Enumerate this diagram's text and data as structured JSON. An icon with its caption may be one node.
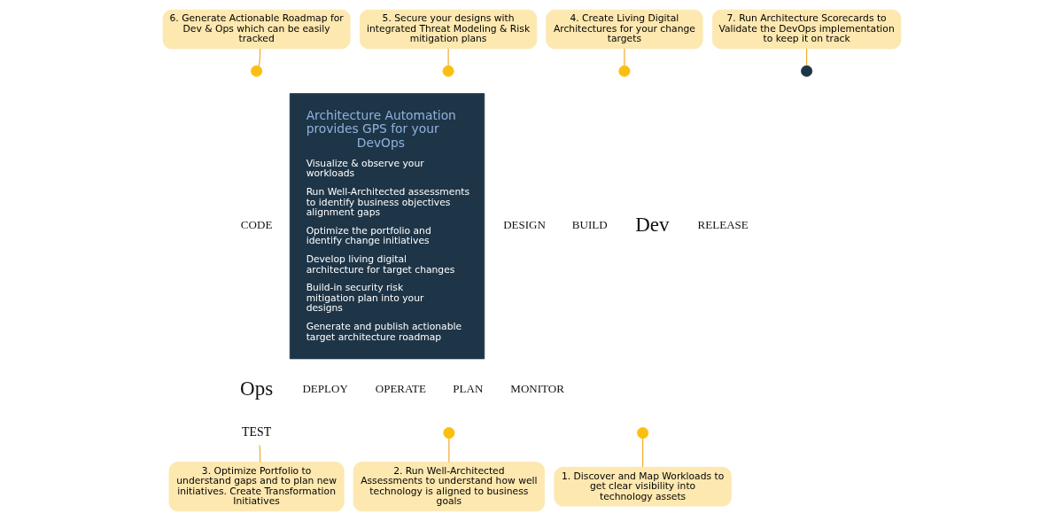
{
  "diagram": {
    "nodes": [
      {
        "text": [
          "6. Generate Actionable Roadmap for Dev & Ops which can be easily tracked"
        ]
      },
      {
        "text": [
          "5. Secure your designs with integrated Threat Modeling & Risk mitigation plans"
        ]
      },
      {
        "text": [
          "4. Create Living Digital Architectures for your change targets"
        ]
      },
      {
        "text": [
          "7. Run Architecture Scorecards to Validate the DevOps implementation to keep it on track"
        ]
      },
      {
        "text": [
          "3. Optimize Portfolio to understand gaps and to plan new initiatives. Create Transformation Initiatives"
        ]
      },
      {
        "text": [
          "2. Run Well-Architected Assessments to understand how well technology is aligned to business goals"
        ]
      },
      {
        "text": [
          "1. Discover and Map Workloads to get clear visibility into technology assets"
        ]
      },
      {
        "text": [],
        "shape": "circle"
      },
      {
        "text": [],
        "shape": "circle"
      },
      {
        "text": [],
        "shape": "circle"
      },
      {
        "text": [
          "TEST"
        ]
      },
      {
        "text": [],
        "shape": "circle"
      },
      {
        "text": [],
        "shape": "circle"
      },
      {
        "text": [],
        "shape": "circle"
      },
      {
        "text": [
          "Architecture Automation provides GPS for your DevOps",
          "Visualize & observe your workloads",
          "Run Well-Architected assessments to identify business objectives alignment gaps",
          "Optimize the portfolio and identify change initiatives",
          "Develop living digital architecture for target changes",
          "Build-in security risk mitigation plan into your designs",
          "Generate and publish actionable target architecture roadmap"
        ]
      }
    ],
    "edges": [
      {
        "from": 0,
        "to": 7,
        "arrow": "none"
      },
      {
        "from": 1,
        "to": 8,
        "arrow": "none"
      },
      {
        "from": 2,
        "to": 9,
        "arrow": "none"
      },
      {
        "from": 3,
        "to": 13,
        "arrow": "none"
      },
      {
        "from": 4,
        "to": 10,
        "arrow": "none"
      },
      {
        "from": 5,
        "to": 11,
        "arrow": "none"
      },
      {
        "from": 6,
        "to": 12,
        "arrow": "none"
      }
    ],
    "labels": [
      "CODE",
      "DESIGN",
      "BUILD",
      "Dev",
      "RELEASE",
      "Ops",
      "DEPLOY",
      "OPERATE",
      "PLAN",
      "MONITOR"
    ]
  }
}
